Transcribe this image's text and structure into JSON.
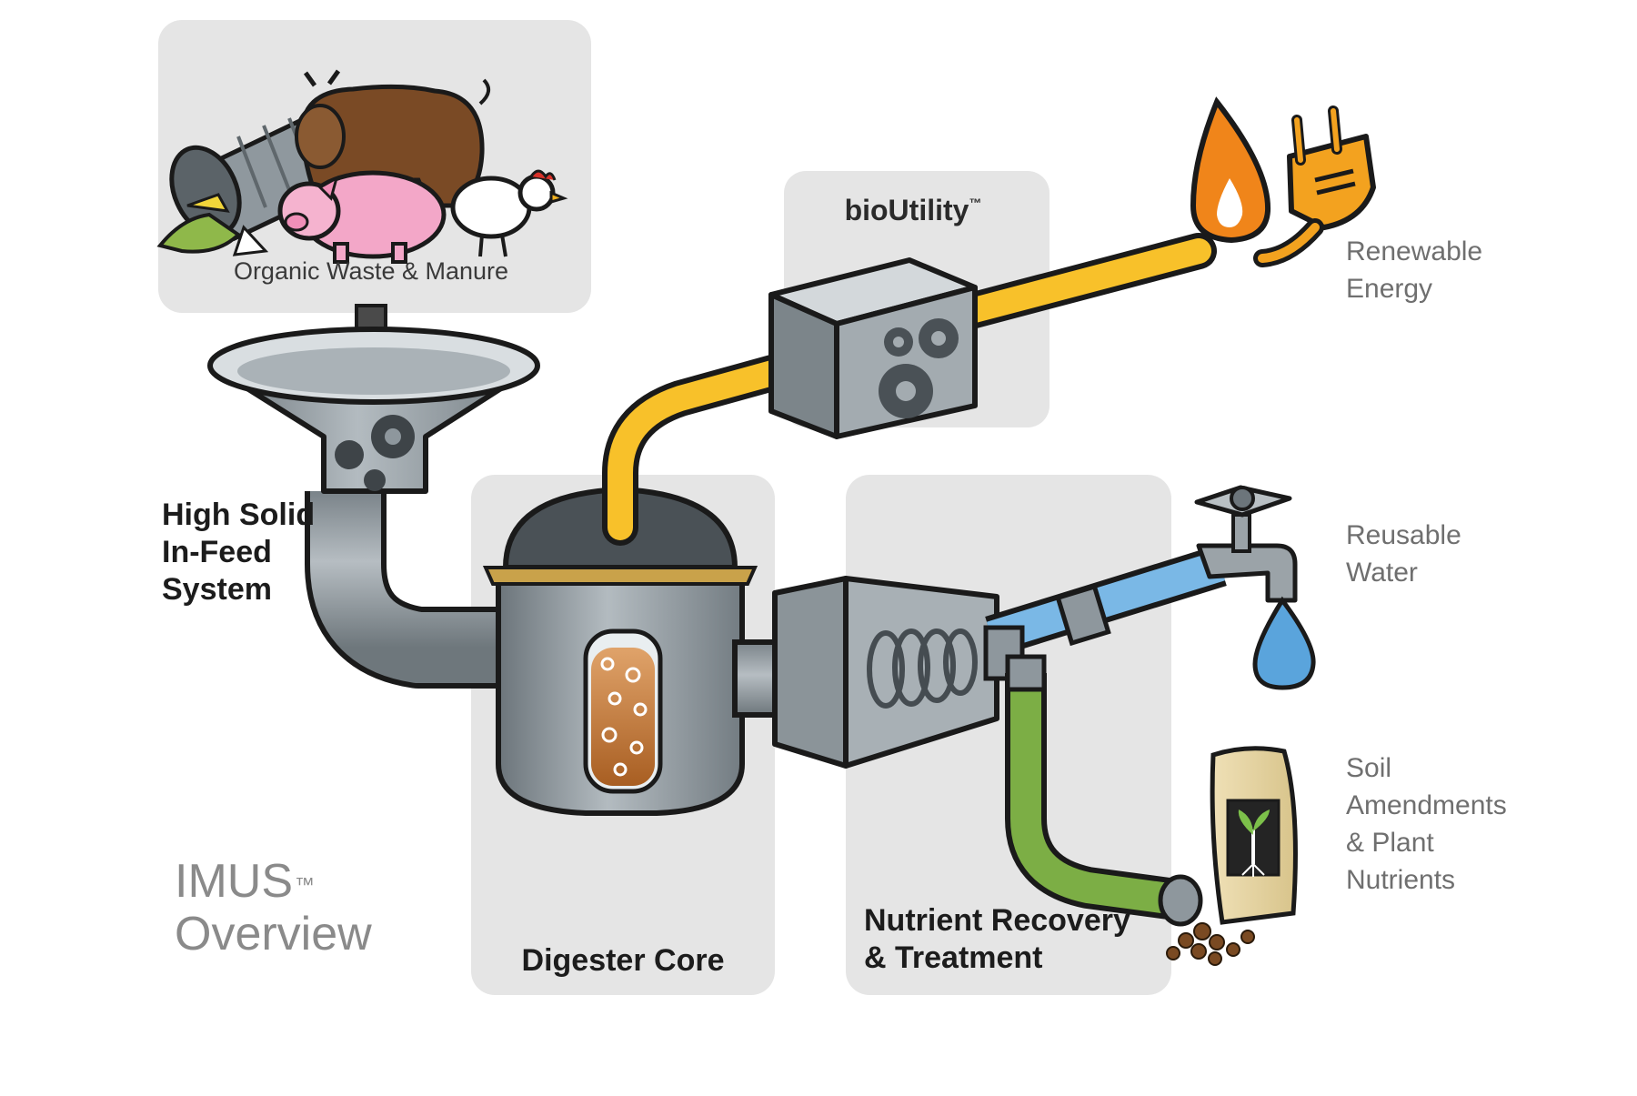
{
  "diagram": {
    "title": {
      "main": "IMUS",
      "trademark": "™",
      "line2": "Overview"
    },
    "panels": {
      "waste": {
        "caption": "Organic Waste & Manure"
      },
      "bioutility": {
        "label": "bioUtility",
        "trademark": "™"
      },
      "digester": {
        "label": "Digester Core"
      },
      "nutrient": {
        "line1": "Nutrient Recovery",
        "line2": "& Treatment"
      }
    },
    "infeed": {
      "line1": "High Solid",
      "line2": "In-Feed",
      "line3": "System"
    },
    "outputs": {
      "energy": {
        "line1": "Renewable",
        "line2": "Energy"
      },
      "water": {
        "line1": "Reusable",
        "line2": "Water"
      },
      "soil": {
        "line1": "Soil",
        "line2": "Amendments",
        "line3": "& Plant",
        "line4": "Nutrients"
      }
    },
    "icons": [
      "trash-can-icon",
      "bison-icon",
      "pig-icon",
      "chicken-icon",
      "down-arrow-icon",
      "funnel-icon",
      "gear-icon",
      "digester-tank-icon",
      "heat-exchanger-icon",
      "faucet-icon",
      "water-drop-icon",
      "flame-icon",
      "power-plug-icon",
      "fertilizer-bag-icon",
      "sprout-icon"
    ],
    "colors": {
      "panel": "#e4e4e4",
      "pipe_gray": "#8e979d",
      "biogas_pipe": "#f8c12a",
      "water_pipe": "#7ab8e6",
      "nutrient_pipe": "#7cae45",
      "flame": "#f0851a",
      "plug": "#f3a21f",
      "slurry": "#b86d2c"
    }
  }
}
